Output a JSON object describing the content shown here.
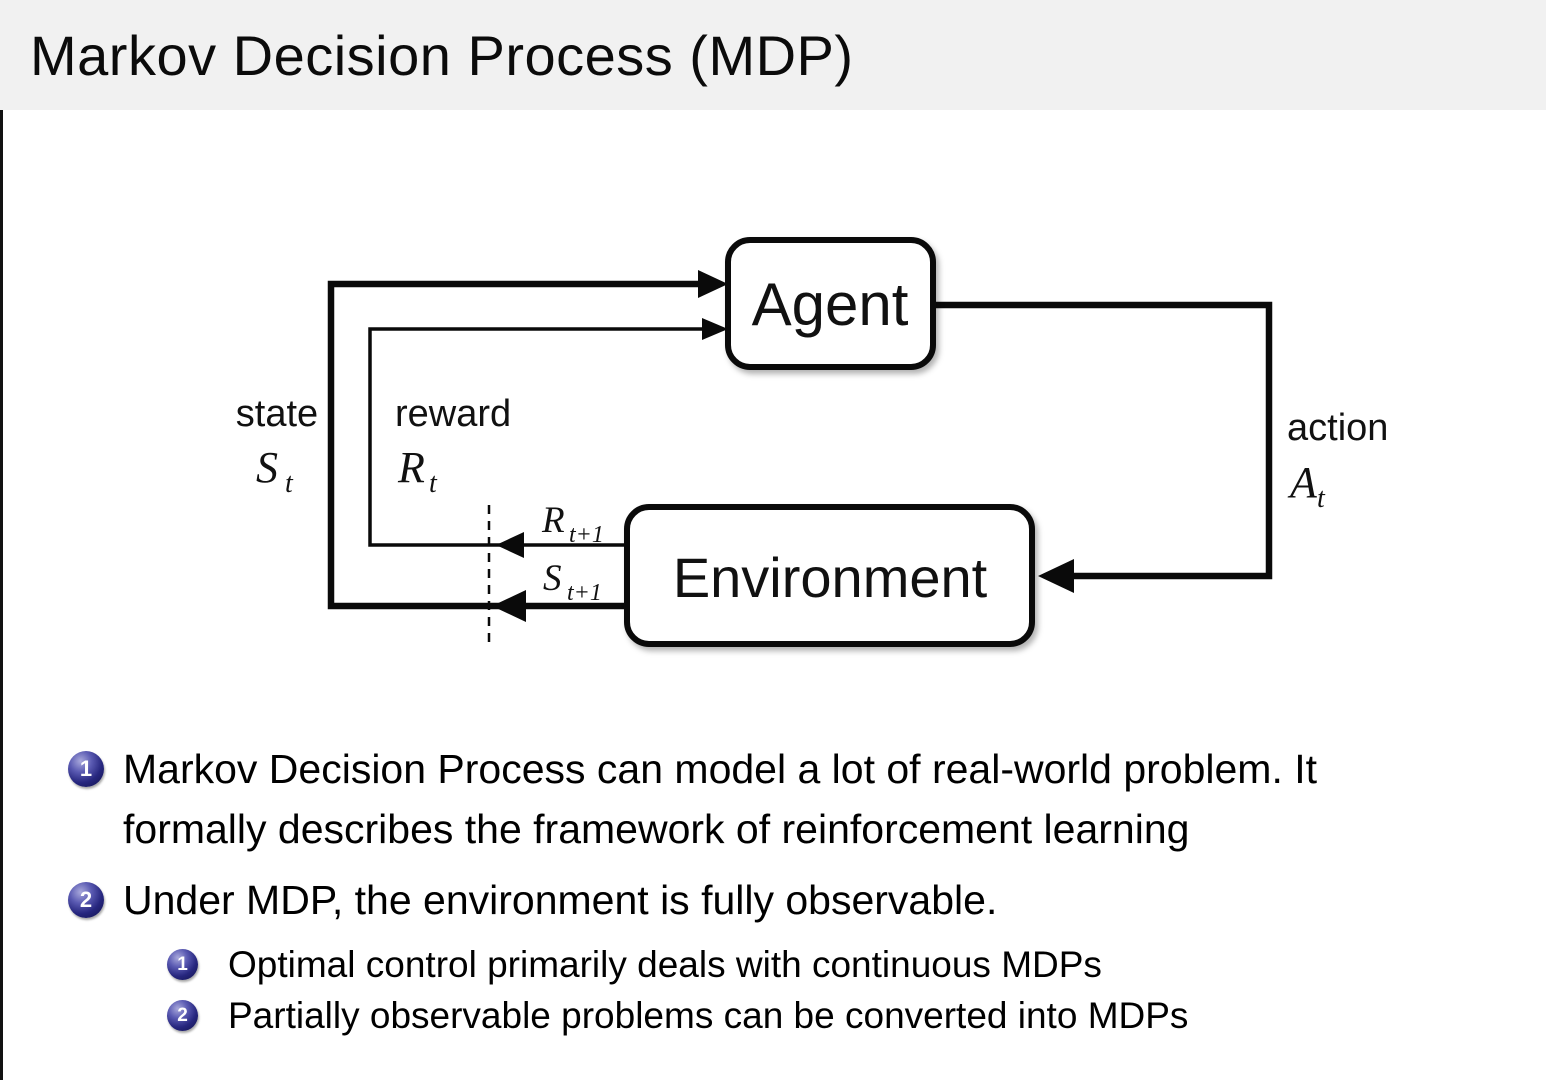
{
  "title_bar": {
    "title": "Markov Decision Process (MDP)"
  },
  "colors": {
    "title_bar_bg": "#f1f1f1",
    "slide_bg": "#ffffff",
    "diagram_stroke": "#0a0a0a",
    "enumerate_ball": "#26267e",
    "text": "#000000"
  },
  "diagram": {
    "agent": "Agent",
    "environment": "Environment",
    "state": {
      "word": "state",
      "symbol": "S",
      "subscript": "t"
    },
    "reward": {
      "word": "reward",
      "symbol": "R",
      "subscript": "t"
    },
    "action": {
      "word": "action",
      "symbol": "A",
      "subscript": "t"
    },
    "reward_next": {
      "symbol": "R",
      "subscript": "t+1"
    },
    "state_next": {
      "symbol": "S",
      "subscript": "t+1"
    }
  },
  "list": {
    "items": [
      {
        "number": "1",
        "lines": [
          "Markov Decision Process can model a lot of real-world problem. It",
          "formally describes the framework of reinforcement learning"
        ]
      },
      {
        "number": "2",
        "lines": [
          "Under MDP, the environment is fully observable."
        ],
        "children": [
          {
            "number": "1",
            "text": "Optimal control primarily deals with continuous MDPs"
          },
          {
            "number": "2",
            "text": "Partially observable problems can be converted into MDPs"
          }
        ]
      }
    ]
  }
}
